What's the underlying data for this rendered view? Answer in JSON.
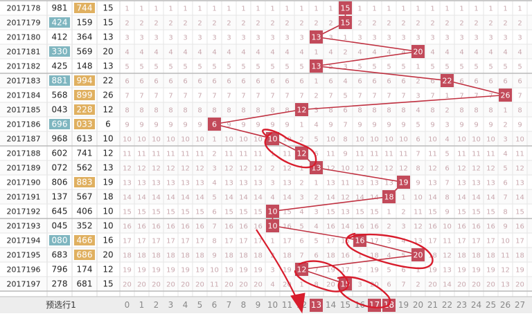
{
  "chart_data": {
    "type": "table",
    "title": "",
    "footer_label": "预选行1",
    "axis_numbers": [
      0,
      1,
      2,
      3,
      4,
      5,
      6,
      7,
      8,
      9,
      10,
      11,
      12,
      13,
      14,
      15,
      16,
      17,
      18,
      19,
      20,
      21,
      22,
      23,
      24,
      25,
      26,
      27
    ],
    "footer_highlight": [
      13,
      17,
      18
    ],
    "rows": [
      {
        "issue": "2017178",
        "num1": "981",
        "num2": "744",
        "sum": 15,
        "val": 15,
        "mark1": "none",
        "mark2": "yellow"
      },
      {
        "issue": "2017179",
        "num1": "424",
        "num2": "159",
        "sum": 15,
        "val": 15,
        "mark1": "teal",
        "mark2": "none"
      },
      {
        "issue": "2017180",
        "num1": "412",
        "num2": "364",
        "sum": 13,
        "val": 13,
        "mark1": "none",
        "mark2": "none"
      },
      {
        "issue": "2017181",
        "num1": "330",
        "num2": "569",
        "sum": 20,
        "val": 20,
        "mark1": "teal",
        "mark2": "none"
      },
      {
        "issue": "2017182",
        "num1": "425",
        "num2": "148",
        "sum": 13,
        "val": 13,
        "mark1": "none",
        "mark2": "none"
      },
      {
        "issue": "2017183",
        "num1": "881",
        "num2": "994",
        "sum": 22,
        "val": 22,
        "mark1": "teal",
        "mark2": "yellow"
      },
      {
        "issue": "2017184",
        "num1": "568",
        "num2": "899",
        "sum": 26,
        "val": 26,
        "mark1": "none",
        "mark2": "yellow"
      },
      {
        "issue": "2017185",
        "num1": "043",
        "num2": "228",
        "sum": 12,
        "val": 12,
        "mark1": "none",
        "mark2": "yellow"
      },
      {
        "issue": "2017186",
        "num1": "696",
        "num2": "033",
        "sum": 6,
        "val": 6,
        "mark1": "teal",
        "mark2": "yellow"
      },
      {
        "issue": "2017187",
        "num1": "968",
        "num2": "613",
        "sum": 10,
        "val": 10,
        "mark1": "none",
        "mark2": "none"
      },
      {
        "issue": "2017188",
        "num1": "602",
        "num2": "741",
        "sum": 12,
        "val": 12,
        "mark1": "none",
        "mark2": "none"
      },
      {
        "issue": "2017189",
        "num1": "072",
        "num2": "562",
        "sum": 13,
        "val": 13,
        "mark1": "none",
        "mark2": "none"
      },
      {
        "issue": "2017190",
        "num1": "806",
        "num2": "883",
        "sum": 19,
        "val": 19,
        "mark1": "none",
        "mark2": "yellow"
      },
      {
        "issue": "2017191",
        "num1": "137",
        "num2": "567",
        "sum": 18,
        "val": 18,
        "mark1": "none",
        "mark2": "none"
      },
      {
        "issue": "2017192",
        "num1": "645",
        "num2": "406",
        "sum": 10,
        "val": 10,
        "mark1": "none",
        "mark2": "none"
      },
      {
        "issue": "2017193",
        "num1": "045",
        "num2": "352",
        "sum": 10,
        "val": 10,
        "mark1": "none",
        "mark2": "none"
      },
      {
        "issue": "2017194",
        "num1": "080",
        "num2": "466",
        "sum": 16,
        "val": 16,
        "mark1": "teal",
        "mark2": "yellow"
      },
      {
        "issue": "2017195",
        "num1": "683",
        "num2": "686",
        "sum": 20,
        "val": 20,
        "mark1": "none",
        "mark2": "yellow"
      },
      {
        "issue": "2017196",
        "num1": "796",
        "num2": "174",
        "sum": 12,
        "val": 12,
        "mark1": "none",
        "mark2": "none"
      },
      {
        "issue": "2017197",
        "num1": "278",
        "num2": "681",
        "sum": 15,
        "val": 15,
        "mark1": "none",
        "mark2": "none"
      }
    ]
  },
  "colors": {
    "hit_cell": "#c24a5a",
    "teal_mark": "#7fb6c0",
    "yellow_mark": "#e0b060",
    "line": "#c03040",
    "annotation": "#d81c2c",
    "miss_text": "#c9a8ae",
    "grid": "#e6e6e6",
    "footer_bg": "#ededed"
  }
}
